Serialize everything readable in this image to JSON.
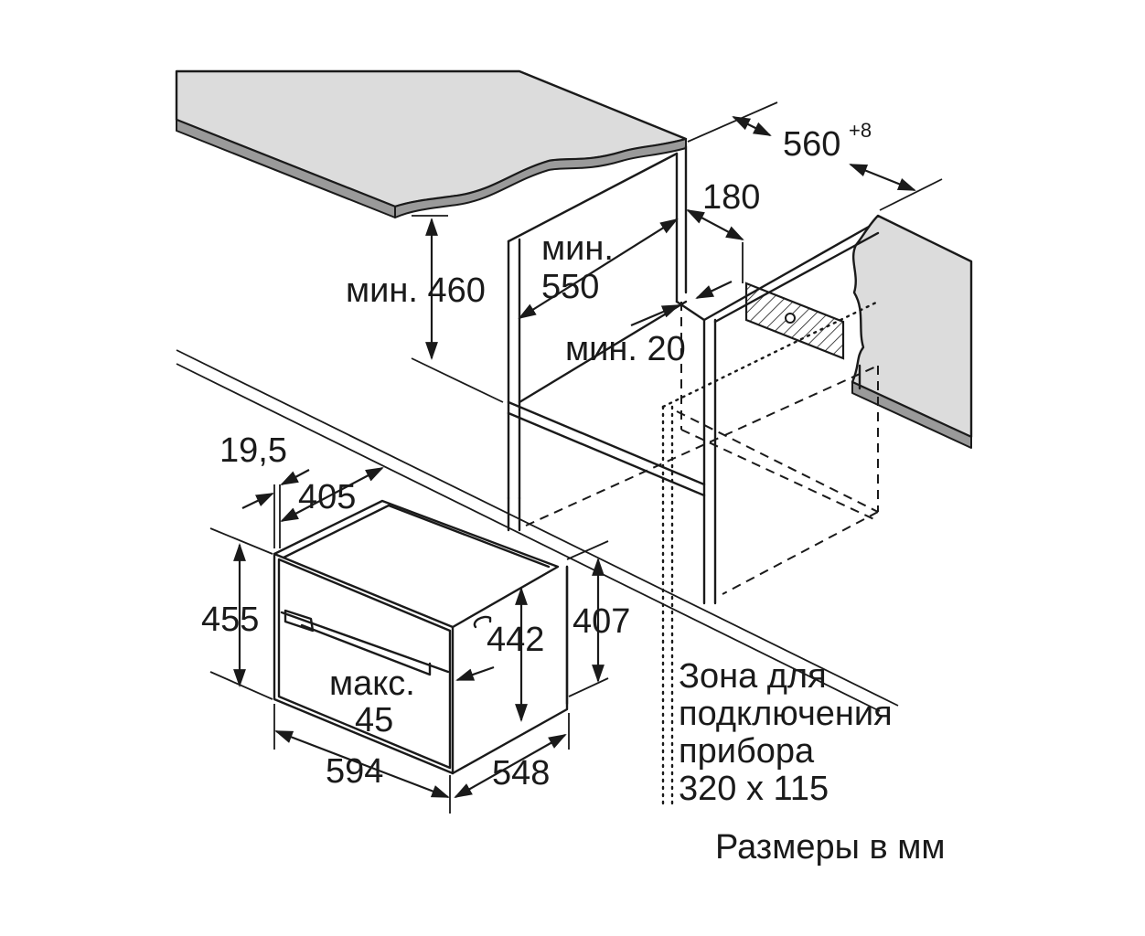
{
  "labels": {
    "depth_cutout": "560",
    "depth_cutout_tol": "+8",
    "gap_180": "180",
    "min_550_a": "мин.",
    "min_550_b": "550",
    "min_460": "мин. 460",
    "min_20": "мин. 20",
    "dim_19_5": "19,5",
    "dim_405": "405",
    "dim_455": "455",
    "dim_442": "442",
    "dim_407": "407",
    "max_a": "макс.",
    "max_b": "45",
    "dim_594": "594",
    "dim_548": "548"
  },
  "legend": {
    "zone_line1": "Зона для",
    "zone_line2": "подключения",
    "zone_line3": "прибора",
    "zone_line4": "320 x 115",
    "units": "Размеры в мм"
  }
}
